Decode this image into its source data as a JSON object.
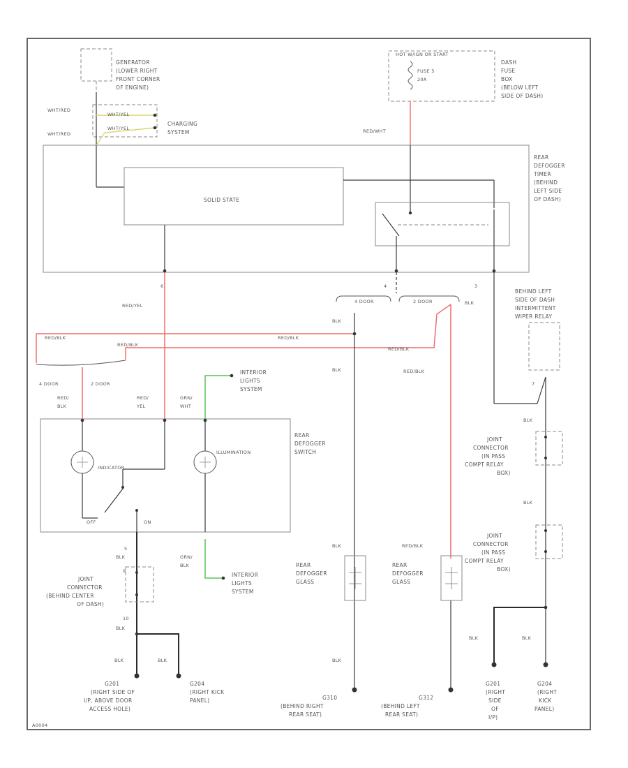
{
  "colors": {
    "red_wire": "#ef6d6d",
    "green_wire": "#57c457",
    "yellow_wire": "#d8d870",
    "line": "#3a3a3a",
    "border": "#666666"
  },
  "labels": {
    "generator": [
      "GENERATOR",
      "(LOWER RIGHT",
      "FRONT CORNER",
      "OF ENGINE)"
    ],
    "wht_red_1": "WHT/RED",
    "wht_red_2": "WHT/RED",
    "wht_yel_1": "WHT/YEL",
    "wht_yel_2": "WHT/YEL",
    "charging": [
      "CHARGING",
      "SYSTEM"
    ],
    "hot_start": "HOT W/IGN OR START",
    "fuse": [
      "FUSE 5",
      "20A"
    ],
    "dash_fuse": [
      "DASH",
      "FUSE",
      "BOX",
      "(BELOW LEFT",
      "SIDE OF DASH)"
    ],
    "red_wht": "RED/WHT",
    "timer": [
      "REAR",
      "DEFOGGER",
      "TIMER",
      "(BEHIND",
      "LEFT SIDE",
      "OF DASH)"
    ],
    "solid_state": "SOLID STATE",
    "pin_6": "6",
    "pin_4": "4",
    "pin_3": "3",
    "red_yel_1": "RED/YEL",
    "door_4": "4 DOOR",
    "door_2": "2 DOOR",
    "blk_timer": "BLK",
    "behind_left": [
      "BEHIND LEFT",
      "SIDE OF DASH",
      "INTERMITTENT",
      "WIPER RELAY"
    ],
    "red_blk_a": "RED/BLK",
    "red_blk_b": "RED/BLK",
    "red_blk_c": "RED/BLK",
    "red_blk_d": "RED/BLK",
    "blk_a": "BLK",
    "blk_b": "BLK",
    "red_blk_e": "RED/BLK",
    "pin_7": "7",
    "door4_sw": "4 DOOR",
    "door2_sw": "2 DOOR",
    "interior_1": [
      "INTERIOR",
      "LIGHTS",
      "SYSTEM"
    ],
    "sw_red_blk": [
      "RED/",
      "BLK"
    ],
    "sw_red_yel": [
      "RED/",
      "YEL"
    ],
    "sw_grn_wht": [
      "GRN/",
      "WHT"
    ],
    "defog_switch": [
      "REAR",
      "DEFOGGER",
      "SWITCH"
    ],
    "indicator": "INDICATOR",
    "illumination": "ILLUMINATION",
    "off": "OFF",
    "on": "ON",
    "blk_c": "BLK",
    "joint_1": [
      "JOINT",
      "CONNECTOR",
      "(IN PASS",
      "COMPT RELAY",
      "BOX)"
    ],
    "blk_d": "BLK",
    "joint_2": [
      "JOINT",
      "CONNECTOR",
      "(IN PASS",
      "COMPT RELAY",
      "BOX)"
    ],
    "pin_5": "5",
    "blk_e": "BLK",
    "pin_9": "9",
    "joint_3": [
      "JOINT",
      "CONNECTOR",
      "(BEHIND CENTER",
      "OF DASH)"
    ],
    "grn_blk": [
      "GRN/",
      "BLK"
    ],
    "interior_2": [
      "INTERIOR",
      "LIGHTS",
      "SYSTEM"
    ],
    "blk_f": "BLK",
    "defog_glass_1": [
      "REAR",
      "DEFOGGER",
      "GLASS"
    ],
    "red_blk_f": "RED/BLK",
    "defog_glass_2": [
      "REAR",
      "DEFOGGER",
      "GLASS"
    ],
    "pin_10": "10",
    "blk_g": "BLK",
    "blk_h": "BLK",
    "blk_i": "BLK",
    "blk_j": "BLK",
    "blk_k": "BLK",
    "blk_l": "BLK",
    "g201": [
      "G201",
      "(RIGHT SIDE OF",
      "I/P, ABOVE DOOR",
      "ACCESS HOLE)"
    ],
    "g204": [
      "G204",
      "(RIGHT KICK",
      "PANEL)"
    ],
    "g310": [
      "G310",
      "(BEHIND RIGHT",
      "REAR SEAT)"
    ],
    "g312": [
      "G312",
      "(BEHIND LEFT",
      "REAR SEAT)"
    ],
    "g201b": [
      "G201",
      "(RIGHT",
      "SIDE",
      "OF",
      "I/P)"
    ],
    "g204b": [
      "G204",
      "(RIGHT",
      "KICK",
      "PANEL)"
    ],
    "figure_code": "A0004"
  }
}
